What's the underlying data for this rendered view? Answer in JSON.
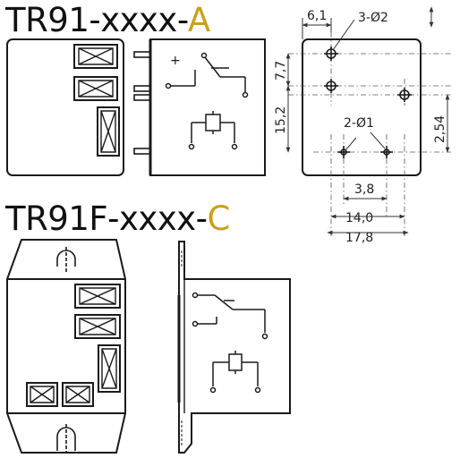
{
  "titles": {
    "top": {
      "main": "TR91-xxxx-",
      "suffix": "A"
    },
    "bottom": {
      "main": "TR91F-xxxx-",
      "suffix": "C"
    }
  },
  "schematic": {
    "plus_sign": "+"
  },
  "dimensions": {
    "d_6_1": "6,1",
    "d_3_phi2": "3-Ø2",
    "d_7_7": "7,7",
    "d_15_2": "15,2",
    "d_2_phi1": "2-Ø1",
    "d_2_54": "2,54",
    "d_3_8": "3,8",
    "d_14_0": "14,0",
    "d_17_8": "17,8"
  },
  "colors": {
    "line": "#1a1a1a",
    "accent": "#c8a01a",
    "dim": "#333333"
  }
}
